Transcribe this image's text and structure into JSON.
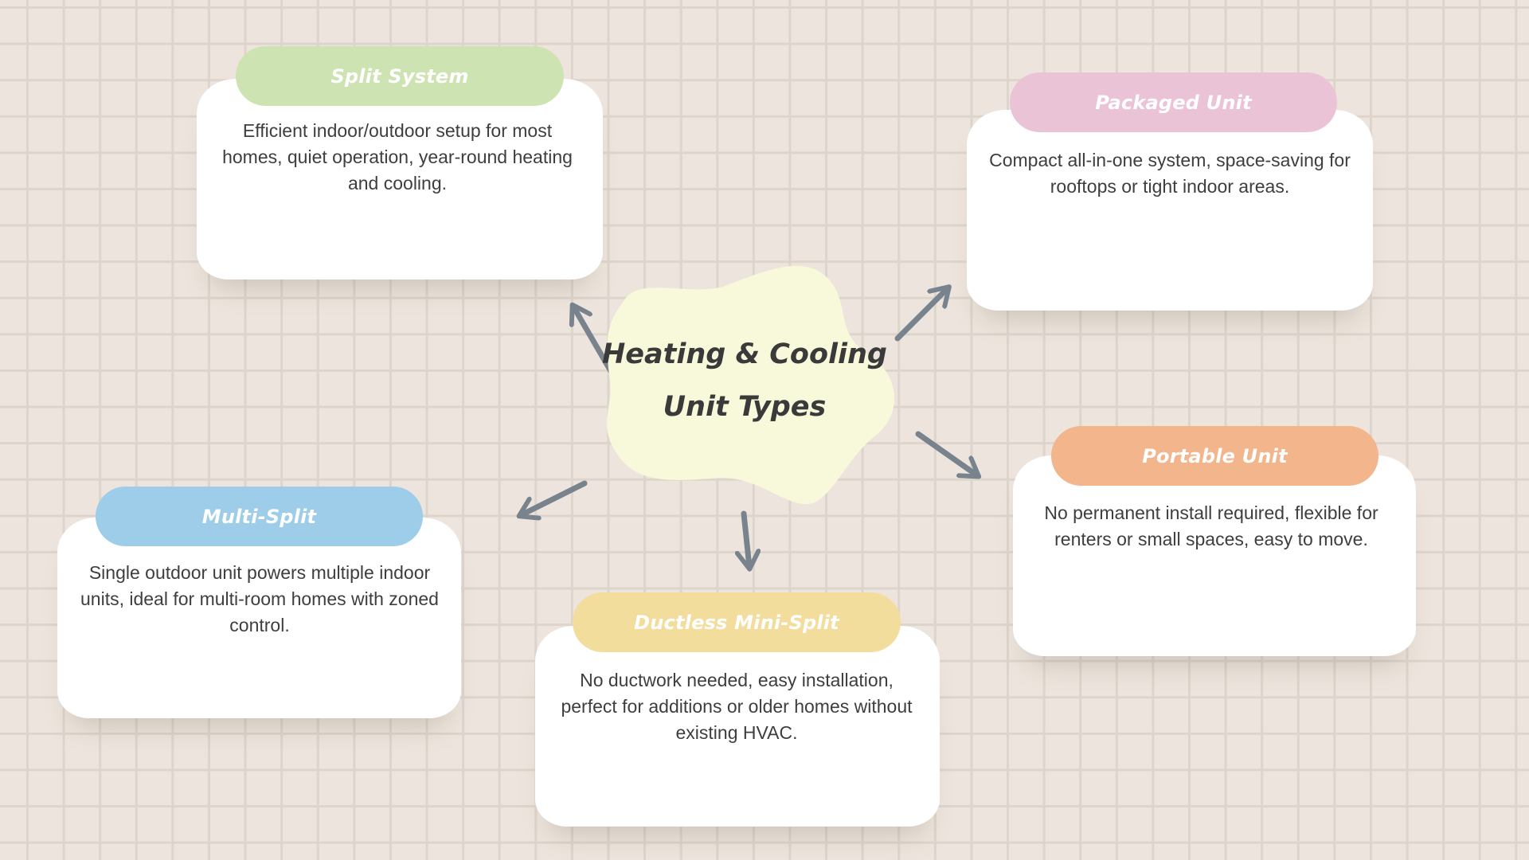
{
  "center": {
    "title_line1": "Heating & Cooling",
    "title_line2": "Unit Types",
    "fill_color": "#f8f8da"
  },
  "nodes": [
    {
      "id": "split-system",
      "title": "Split System",
      "description": "Efficient indoor/outdoor setup for most homes, quiet operation, year-round heating and cooling.",
      "accent_color": "#cde3b2"
    },
    {
      "id": "packaged-unit",
      "title": "Packaged Unit",
      "description": "Compact all-in-one system, space-saving for rooftops or tight indoor areas.",
      "accent_color": "#ebc3d6"
    },
    {
      "id": "portable-unit",
      "title": "Portable Unit",
      "description": "No permanent install required, flexible for renters or small spaces, easy to move.",
      "accent_color": "#f2b58c"
    },
    {
      "id": "ductless-mini-split",
      "title": "Ductless Mini-Split",
      "description": "No ductwork needed, easy installation, perfect for additions or older homes without existing HVAC.",
      "accent_color": "#f3dd9c"
    },
    {
      "id": "multi-split",
      "title": "Multi-Split",
      "description": "Single outdoor unit powers multiple indoor units, ideal for multi-room homes with zoned control.",
      "accent_color": "#9dcde8"
    }
  ],
  "style": {
    "arrow_color": "#79838d",
    "grid_background": "#ede5dd"
  }
}
